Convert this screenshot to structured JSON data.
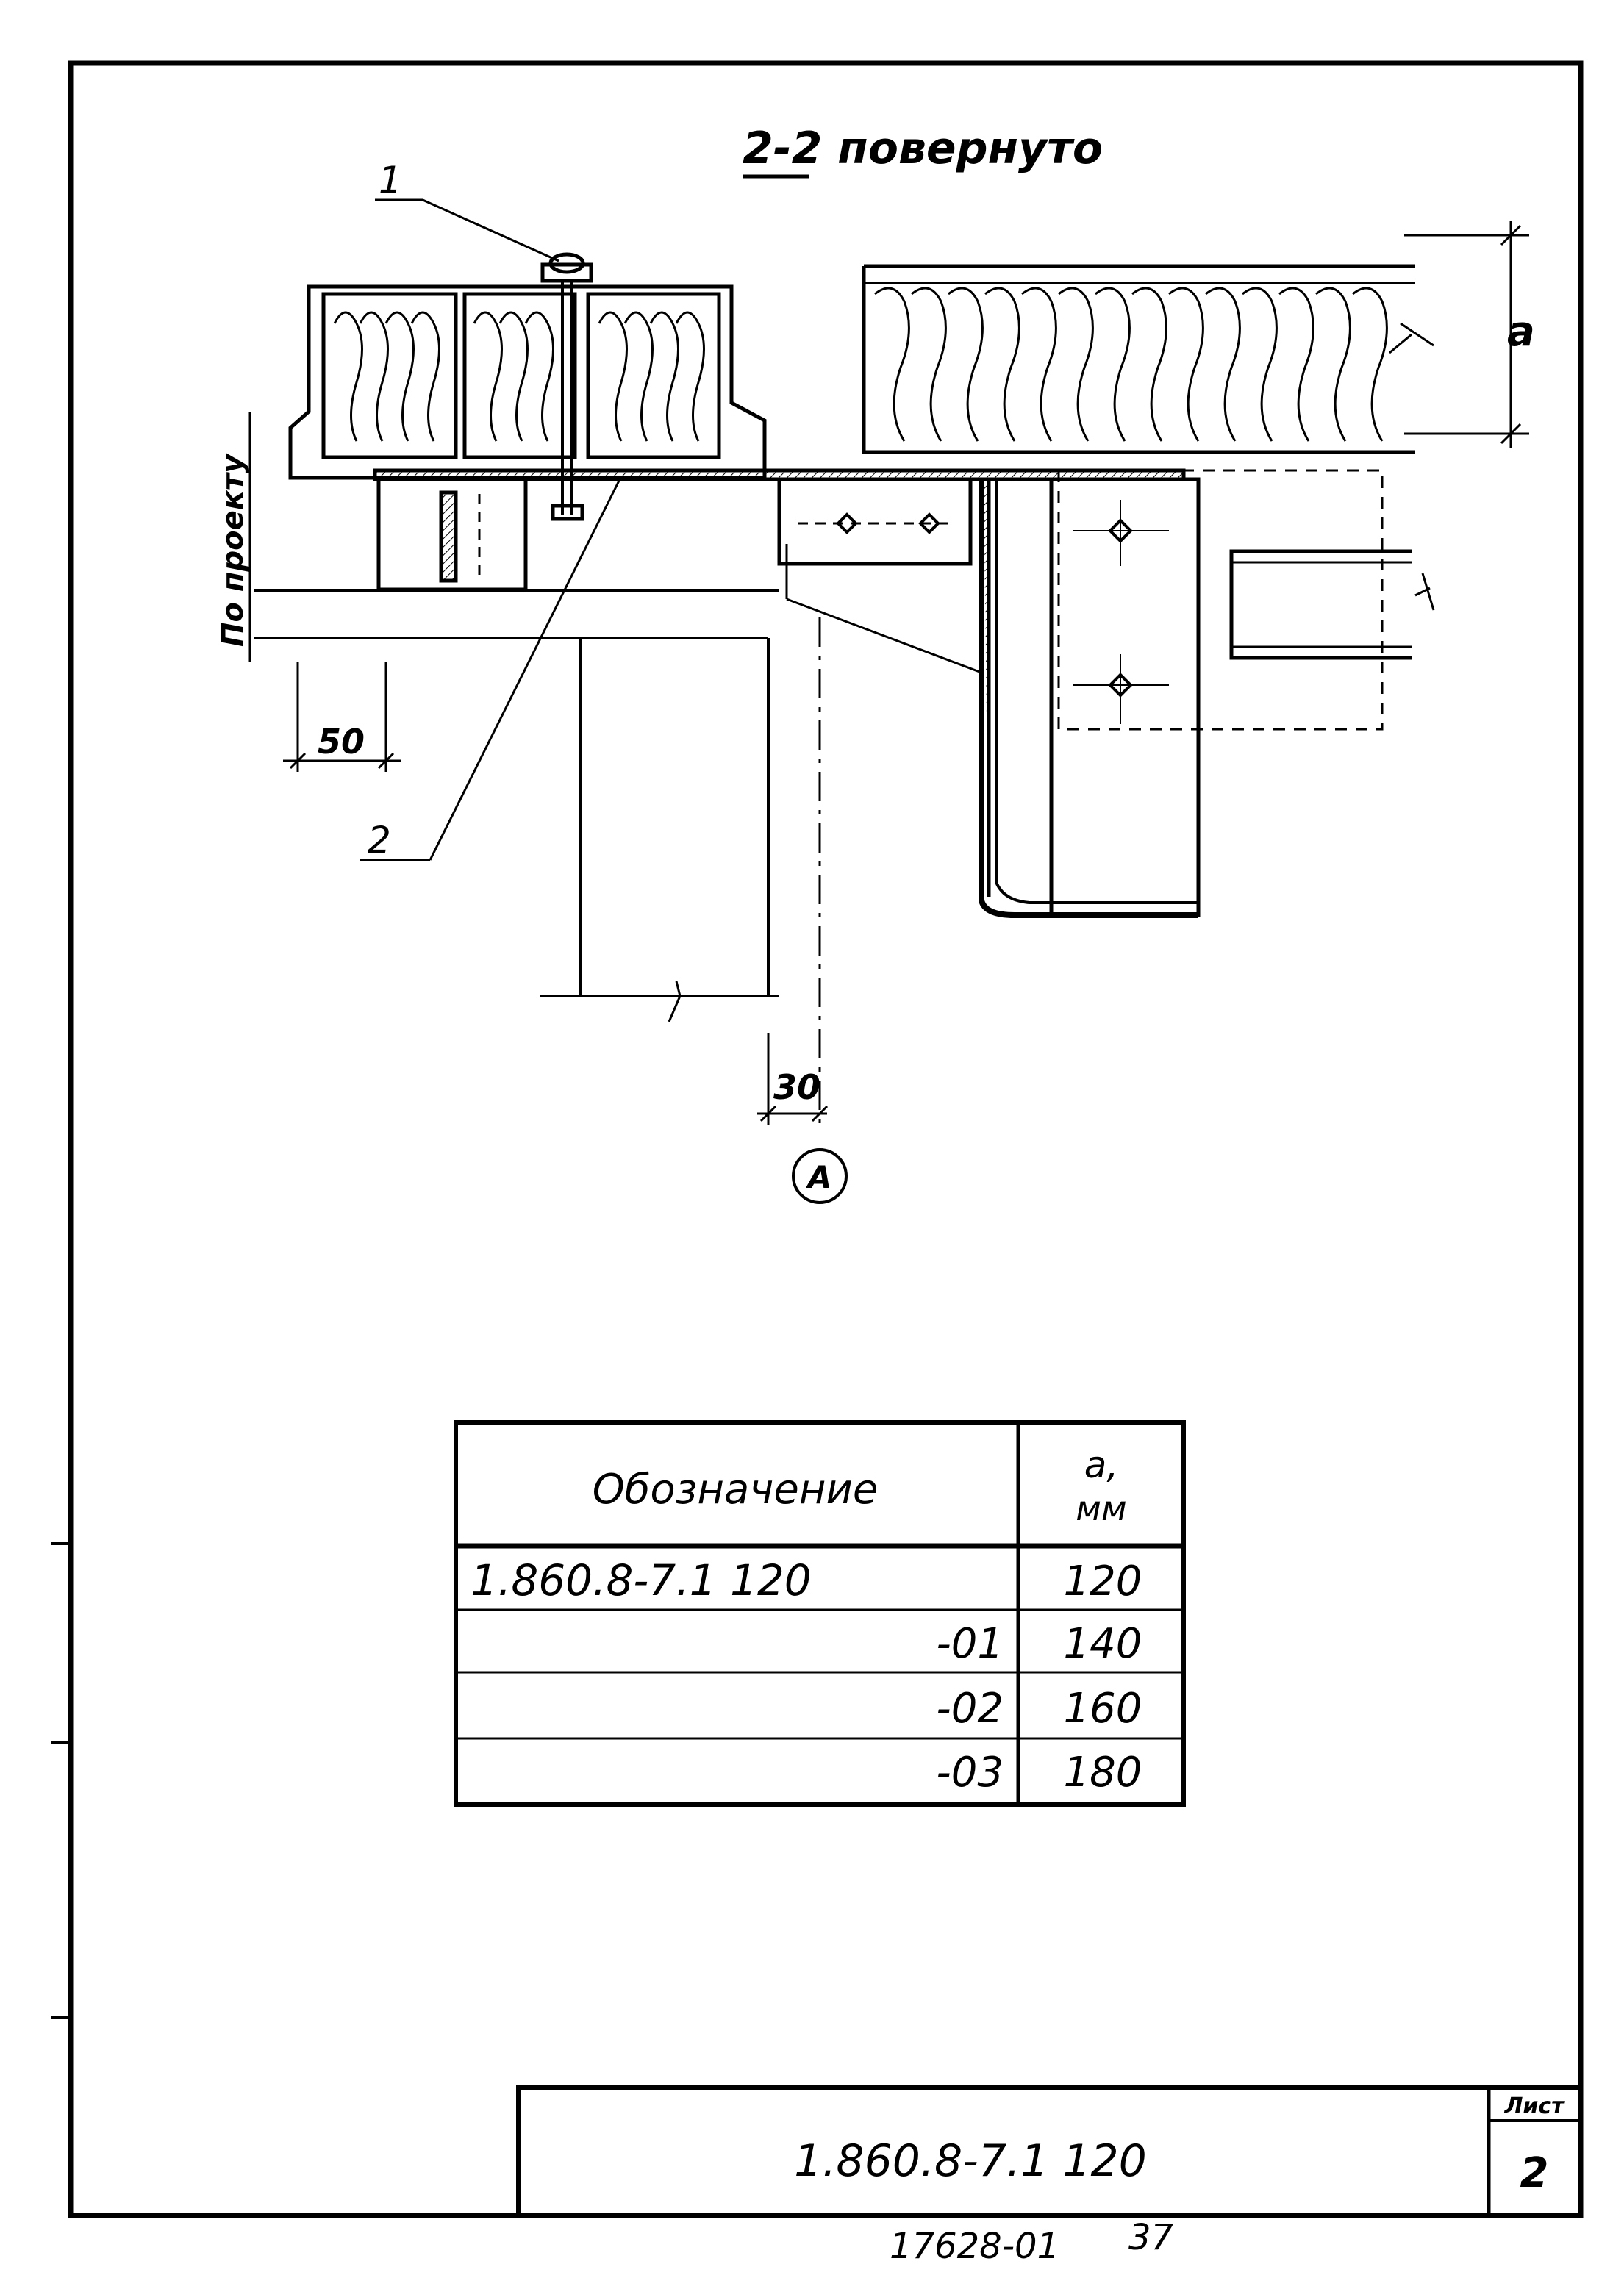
{
  "drawing": {
    "title": "2-2 повернуто",
    "callouts": [
      "1",
      "2"
    ],
    "side_label": "По проекту",
    "dimensions": {
      "a": "a",
      "d50": "50",
      "d30": "30"
    },
    "axis_marker": "A"
  },
  "table": {
    "headers": {
      "designation": "Обозначение",
      "a_top": "a,",
      "a_unit": "мм"
    },
    "rows": [
      {
        "designation": "1.860.8-7.1  120",
        "a": "120"
      },
      {
        "designation": "-01",
        "a": "140"
      },
      {
        "designation": "-02",
        "a": "160"
      },
      {
        "designation": "-03",
        "a": "180"
      }
    ]
  },
  "title_block": {
    "doc_code": "1.860.8-7.1   120",
    "sheet_label": "Лист",
    "sheet_no": "2"
  },
  "footer": {
    "archive_no": "17628-01",
    "page_no": "37"
  }
}
